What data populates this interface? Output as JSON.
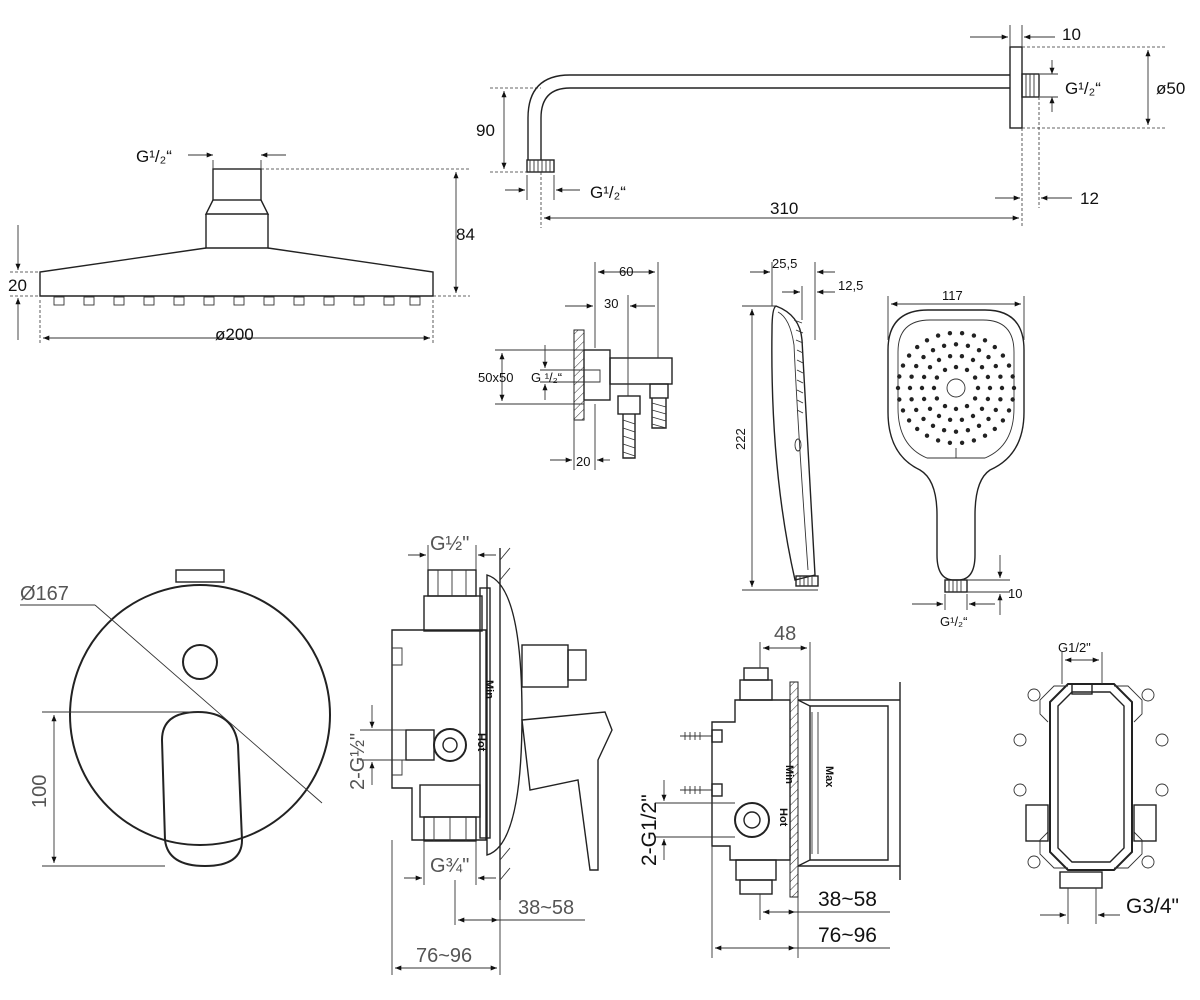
{
  "overhead_shower": {
    "thread": "G¹/₂“",
    "height": "84",
    "plate": "20",
    "diameter": "ø200"
  },
  "shower_arm": {
    "length": "310",
    "drop": "90",
    "flange_thickness": "10",
    "flange_diameter": "ø50",
    "wall_offset": "12",
    "thread_wall": "G¹/₂“",
    "thread_outlet": "G¹/₂“"
  },
  "wall_outlet": {
    "width": "60",
    "offset": "30",
    "plate": "50x50",
    "thread": "G ¹/₂“",
    "depth": "20"
  },
  "hand_shower_side": {
    "length": "222",
    "depth": "25,5",
    "tip": "12,5"
  },
  "hand_shower_front": {
    "width": "117",
    "connector": "10",
    "thread": "G¹/₂“"
  },
  "mixer_plate": {
    "diameter": "Ø167",
    "height": "100"
  },
  "valve_left": {
    "top_thread": "G½\"",
    "side_thread": "2-G½\"",
    "bottom_thread": "G¾\"",
    "depth_range": "38~58",
    "total_range": "76~96",
    "label_min": "Min",
    "label_hot": "Hot"
  },
  "valve_right": {
    "width": "48",
    "side_thread": "2-G1/2\"",
    "depth_range": "38~58",
    "total_range": "76~96",
    "label_min": "Min",
    "label_hot": "Hot",
    "label_max": "Max"
  },
  "valve_box": {
    "top_thread": "G1/2\"",
    "bottom_thread": "G3/4\""
  }
}
